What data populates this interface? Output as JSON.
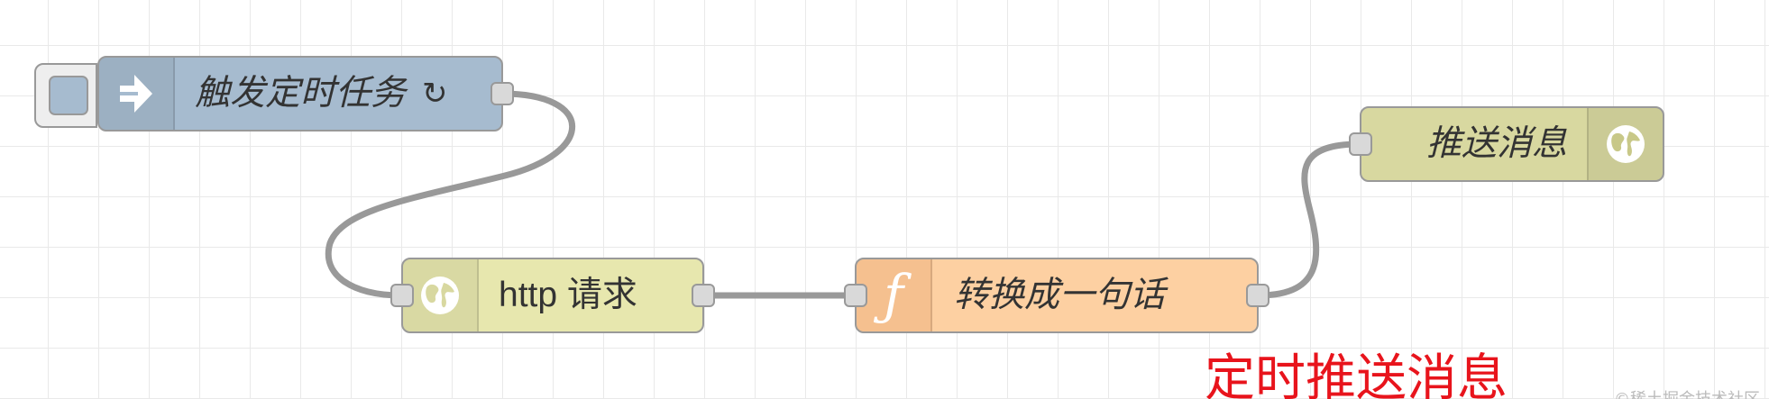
{
  "flow": {
    "nodes": {
      "inject": {
        "label": "触发定时任务",
        "repeat_symbol": "↻",
        "icon": "arrow-in-icon",
        "color": "#a6bbcf"
      },
      "http_request": {
        "label": "http 请求",
        "icon": "globe-icon",
        "color": "#e7e7ae"
      },
      "function": {
        "label": "转换成一句话",
        "icon": "function-icon",
        "icon_glyph": "ƒ",
        "color": "#fdd0a2"
      },
      "push": {
        "label": "推送消息",
        "icon": "globe-icon",
        "color": "#d8d8a0"
      }
    },
    "wires": [
      {
        "from": "inject",
        "to": "http_request"
      },
      {
        "from": "http_request",
        "to": "function"
      },
      {
        "from": "function",
        "to": "push"
      }
    ]
  },
  "annotation": {
    "text": "定时推送消息",
    "color": "#e8141c"
  },
  "watermark": {
    "text": "©稀土掘金技术社区"
  },
  "colors": {
    "wire": "#999999",
    "grid": "#e9e9e9",
    "port": "#d9d9d9"
  }
}
